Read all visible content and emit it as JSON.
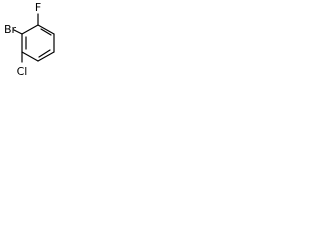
{
  "molecule": {
    "substituents": {
      "fluorine": "F",
      "bromine": "Br",
      "chlorine": "Cl"
    }
  }
}
